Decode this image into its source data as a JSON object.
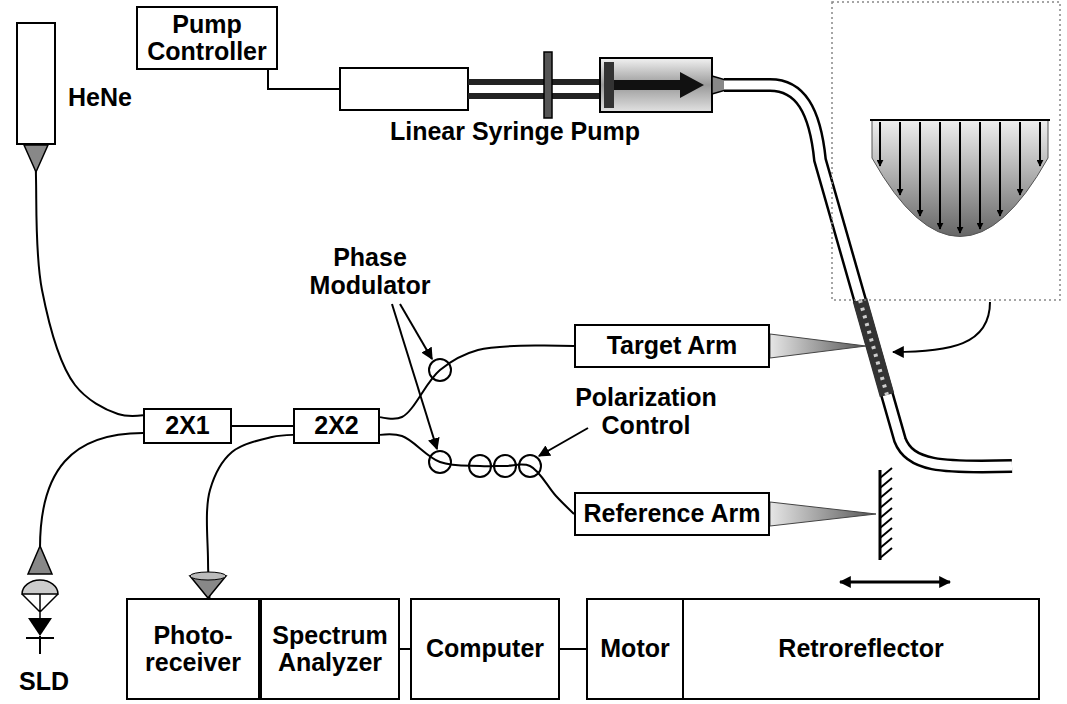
{
  "diagram": {
    "nodes": [
      {
        "text": [
          "Pump Controller"
        ]
      },
      {
        "text": [
          "HeNe"
        ]
      },
      {
        "text": [
          "2X1"
        ]
      },
      {
        "text": [
          "2X2"
        ]
      },
      {
        "text": [
          "Target Arm"
        ]
      },
      {
        "text": [
          "Reference Arm"
        ]
      },
      {
        "text": [
          "Photo- receiver"
        ]
      },
      {
        "text": [
          "Spectrum Analyzer"
        ]
      },
      {
        "text": [
          "Computer"
        ]
      },
      {
        "text": [
          "Motor"
        ]
      },
      {
        "text": [
          "Retroreflector"
        ]
      }
    ],
    "edges": [
      {
        "from": 1,
        "to": 2,
        "arrow": "none"
      },
      {
        "from": 2,
        "to": 3,
        "arrow": "none"
      },
      {
        "from": 3,
        "to": 4,
        "arrow": "none"
      },
      {
        "from": 3,
        "to": 5,
        "arrow": "none"
      },
      {
        "from": 3,
        "to": 6,
        "arrow": "none"
      },
      {
        "from": 6,
        "to": 7,
        "arrow": "none"
      },
      {
        "from": 7,
        "to": 8,
        "arrow": "none"
      },
      {
        "from": 8,
        "to": 9,
        "arrow": "none"
      }
    ],
    "labels": [
      "Linear Syringe Pump",
      "Phase Modulator",
      "Polarization Control",
      "SLD"
    ]
  }
}
